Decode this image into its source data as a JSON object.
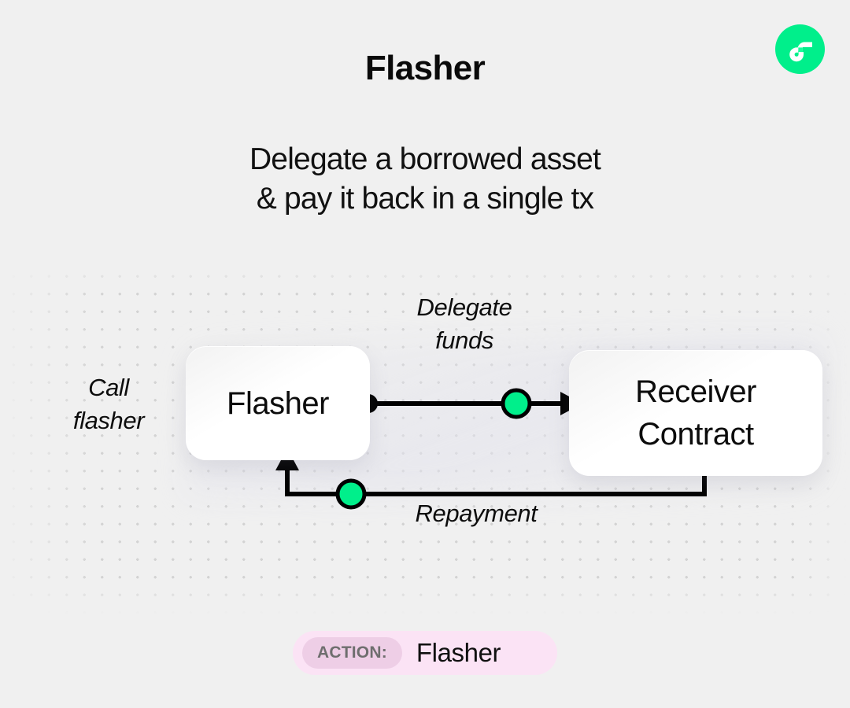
{
  "brand": {
    "logo_icon": "flow-logo-icon",
    "logo_color": "#00ef8b",
    "logo_mark_color": "#ffffff",
    "logo_accent_color": "#16ff99"
  },
  "header": {
    "title": "Flasher",
    "subtitle": "Delegate a borrowed asset\n& pay it back in a single tx"
  },
  "diagram": {
    "type": "flow",
    "nodes": [
      {
        "id": "flasher",
        "label": "Flasher"
      },
      {
        "id": "receiver",
        "label": "Receiver\nContract"
      }
    ],
    "edges": [
      {
        "id": "call-flasher",
        "label": "Call\nflasher",
        "from": "external",
        "to": "flasher"
      },
      {
        "id": "delegate-funds",
        "label": "Delegate\nfunds",
        "from": "flasher",
        "to": "receiver",
        "token": true
      },
      {
        "id": "repayment",
        "label": "Repayment",
        "from": "receiver",
        "to": "flasher",
        "token": true
      }
    ],
    "token_color": "#00ef8b",
    "token_outline_color": "#000000",
    "line_color": "#000000"
  },
  "footer": {
    "action_label": "ACTION:",
    "action_value": "Flasher",
    "badge_color": "#fbe3f5",
    "pill_color": "#eecee6"
  }
}
